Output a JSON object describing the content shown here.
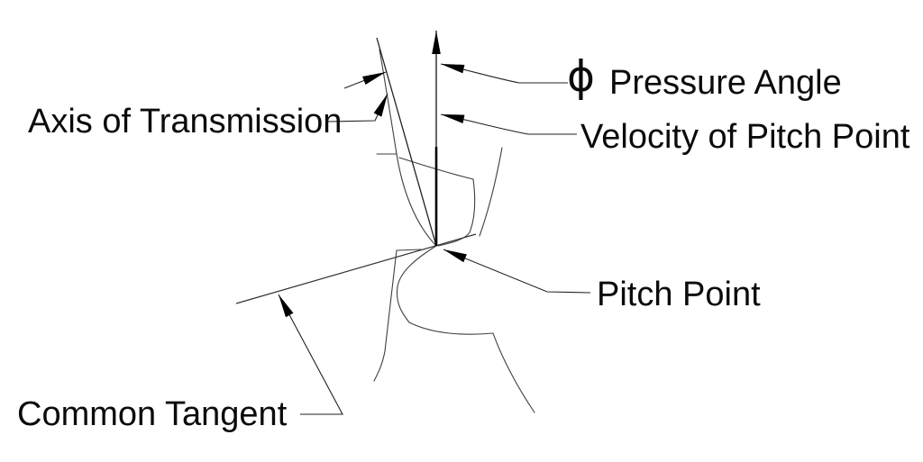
{
  "figure": {
    "type": "gear-mesh-annotation-diagram",
    "labels": {
      "axis_of_transmission": "Axis of Transmission",
      "pressure_angle_symbol": "ϕ",
      "pressure_angle": "Pressure Angle",
      "velocity_of_pitch_point": "Velocity of Pitch Point",
      "pitch_point": "Pitch Point",
      "common_tangent": "Common Tangent"
    },
    "colors": {
      "background": "#ffffff",
      "text": "#0b0b0b",
      "thin_line": "#3f3f3f",
      "leader_line": "#222222",
      "arrowhead": "#000000",
      "velocity_vector": "#000000"
    }
  }
}
